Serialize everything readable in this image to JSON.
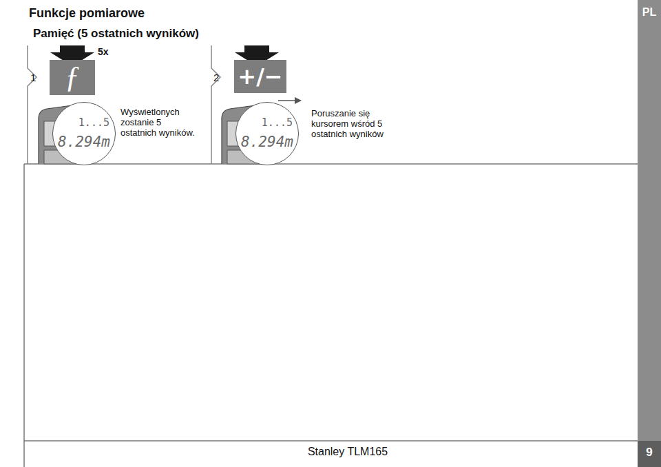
{
  "diagram": {
    "title": "Funkcje pomiarowe",
    "nodes": [
      {
        "text": [
          "ƒ"
        ]
      },
      {
        "text": [
          "1...5",
          "8.294m"
        ]
      },
      {
        "text": [
          "+/−"
        ]
      },
      {
        "text": [
          "1...5",
          "8.294m"
        ]
      }
    ],
    "labels": [
      "Pamięć (5 ostatnich wyników)",
      "PL",
      "1",
      "5x",
      "Wyświetlonych zostanie 5 ostatnich wyników.",
      "2",
      "Poruszanie się kursorem wśród 5 ostatnich wyników",
      "Stanley TLM165",
      "9"
    ]
  }
}
